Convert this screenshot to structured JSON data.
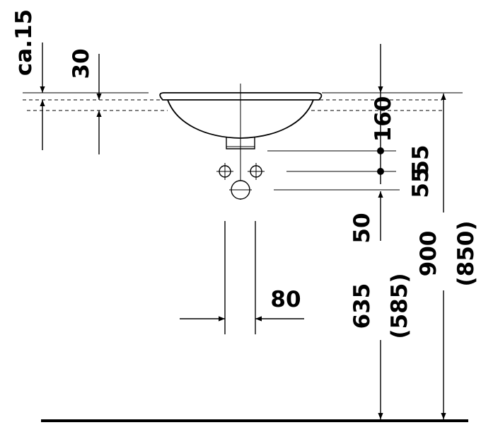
{
  "dimensions": {
    "rim_overhang": "ca.15",
    "rim_thickness": "30",
    "basin_depth": "160",
    "waste_spacing_1": "55",
    "waste_spacing_2": "55",
    "trap_gap": "50",
    "pipe_spacing": "80",
    "waste_height": "635",
    "waste_height_alt": "(585)",
    "rim_height": "900",
    "rim_height_alt": "(850)"
  }
}
